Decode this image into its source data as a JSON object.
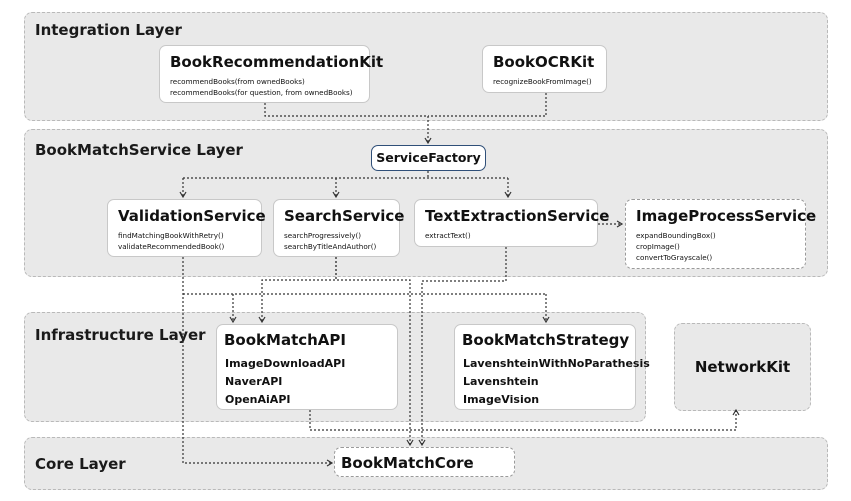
{
  "layers": {
    "integration": "Integration Layer",
    "service": "BookMatchService Layer",
    "infrastructure": "Infrastructure Layer",
    "core": "Core Layer"
  },
  "recommendation_kit": {
    "title": "BookRecommendationKit",
    "methods": [
      "recommendBooks(from ownedBooks)",
      "recommendBooks(for question, from ownedBooks)"
    ]
  },
  "ocr_kit": {
    "title": "BookOCRKit",
    "methods": [
      "recognizeBookFromImage()"
    ]
  },
  "service_factory": "ServiceFactory",
  "validation_service": {
    "title": "ValidationService",
    "methods": [
      "findMatchingBookWithRetry()",
      "validateRecommendedBook()"
    ]
  },
  "search_service": {
    "title": "SearchService",
    "methods": [
      "searchProgressively()",
      "searchByTitleAndAuthor()"
    ]
  },
  "text_extraction_service": {
    "title": "TextExtractionService",
    "methods": [
      "extractText()"
    ]
  },
  "image_process_service": {
    "title": "ImageProcessService",
    "methods": [
      "expandBoundingBox()",
      "cropImage()",
      "convertToGrayscale()"
    ]
  },
  "bookmatch_api": {
    "title": "BookMatchAPI",
    "members": [
      "ImageDownloadAPI",
      "NaverAPI",
      "OpenAiAPI"
    ]
  },
  "bookmatch_strategy": {
    "title": "BookMatchStrategy",
    "members": [
      "LavenshteinWithNoParathesis",
      "Lavenshtein",
      "ImageVision"
    ]
  },
  "network_kit": "NetworkKit",
  "bookmatch_core": "BookMatchCore",
  "colors": {
    "layer_bg": "#e9e9e9",
    "box_bg": "#ffffff",
    "factory_border": "#2f4f78",
    "connector": "#333333"
  }
}
